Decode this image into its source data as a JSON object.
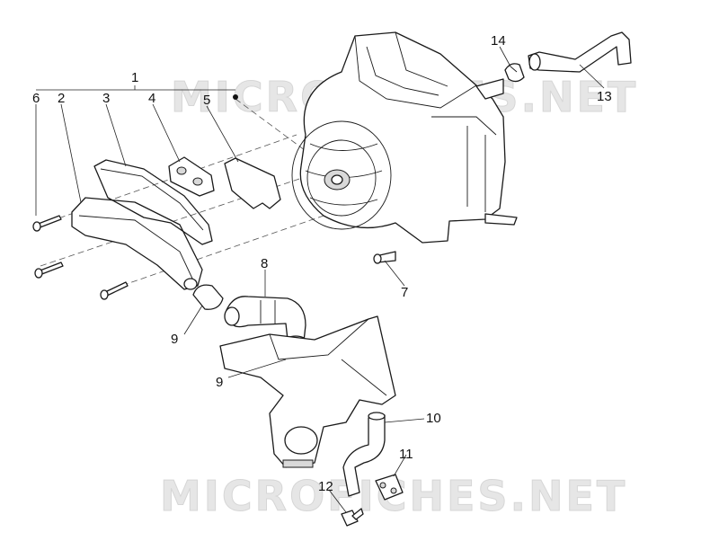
{
  "diagram": {
    "callouts": {
      "c1": "1",
      "c2": "2",
      "c3": "3",
      "c4": "4",
      "c5": "5",
      "c6": "6",
      "c7": "7",
      "c8": "8",
      "c9a": "9",
      "c9b": "9",
      "c10": "10",
      "c11": "11",
      "c12": "12",
      "c13": "13",
      "c14": "14"
    },
    "watermarks": {
      "top": "MICROFICHES.NET",
      "bottom": "MICROFICHES.NET"
    }
  }
}
